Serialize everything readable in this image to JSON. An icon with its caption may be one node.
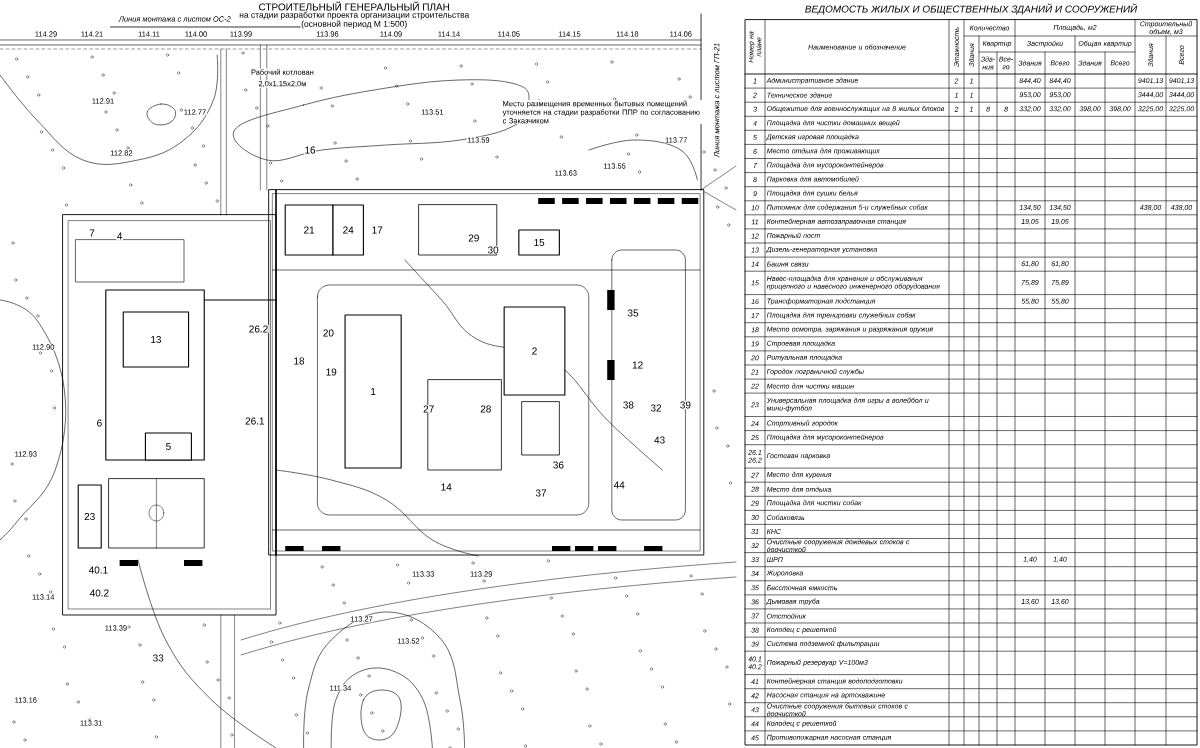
{
  "diagram": {
    "title": "СТРОИТЕЛЬНЫЙ ГЕНЕРАЛЬНЫЙ ПЛАН",
    "nodes": [
      {
        "text": [
          "21"
        ]
      },
      {
        "text": [
          "24"
        ]
      },
      {
        "text": [
          "15"
        ]
      },
      {
        "text": [
          "13"
        ]
      },
      {
        "text": [
          "1"
        ]
      },
      {
        "text": [
          "2"
        ]
      },
      {
        "text": [
          "5"
        ]
      },
      {
        "text": [
          "23"
        ]
      }
    ],
    "labels": [
      "на стадии разработки проекта организации строительства",
      "(основной период М 1:500)",
      "Линия монтажа с листом ОС-2",
      "Линия монтажа с листом ГП-21",
      "Рабочий котлован",
      "2,0х1.15х2,0м",
      "Место размещения временных бытовых помещений уточняется на стадии разработки ППР по согласованию с Заказчиком",
      "16",
      "7",
      "4",
      "17",
      "29",
      "30",
      "20",
      "26.2",
      "18",
      "19",
      "26.1",
      "27",
      "28",
      "6",
      "35",
      "12",
      "38",
      "32",
      "39",
      "43",
      "36",
      "14",
      "44",
      "37",
      "40.1",
      "40.2",
      "33",
      "114.29",
      "114.21",
      "114.11",
      "114.00",
      "113.99",
      "113.96",
      "114.09",
      "114.14",
      "114.05",
      "114.15",
      "114.18",
      "114.06",
      "112.91",
      "112.77",
      "113.51",
      "113.59",
      "113.77",
      "112.82",
      "113.55",
      "113.63",
      "112.90",
      "112.93",
      "113.14",
      "113.33",
      "113.29",
      "113.39",
      "113.27",
      "113.52",
      "111.34",
      "113.16",
      "113.31",
      "ВЕДОМОСТЬ ЖИЛЫХ И ОБЩЕСТВЕННЫХ ЗДАНИЙ И СООРУЖЕНИЙ",
      "Номер на плане",
      "Наименование и обозначение",
      "Этажность",
      "Количество",
      "Площадь, м2",
      "Строительный объем, м3",
      "Здания",
      "Квартир",
      "Застройки",
      "Общая квартир",
      "Здания",
      "Всего",
      "Зда- ния",
      "Все- го",
      "Здания",
      "Всего",
      "Здания",
      "Всего",
      "1",
      "Административное здание",
      "2",
      "1",
      "844,40",
      "844,40",
      "9401,13",
      "9401,13",
      "2",
      "Техническое здание",
      "1",
      "1",
      "953,00",
      "953,00",
      "3444,00",
      "3444,00",
      "3",
      "Общежитие для военнослужащих на 8 жилых блоков",
      "2",
      "1",
      "8",
      "8",
      "332,00",
      "332,00",
      "398,00",
      "398,00",
      "3225,00",
      "3225,00",
      "4",
      "Площадка для чистки домашних вещей",
      "5",
      "Детская игровая площадка",
      "6",
      "Место отдыха для проживающих",
      "7",
      "Площадка для мусороконтейнеров",
      "8",
      "Парковка для автомобилей",
      "9",
      "Площадка для сушки белья",
      "10",
      "Питомник для содержания 5-и служебных собак",
      "134,50",
      "134,50",
      "438,00",
      "438,00",
      "11",
      "Контейнерная автозаправочная станция",
      "19,05",
      "19,05",
      "12",
      "Пожарный пост",
      "13",
      "Дизель-генераторная установка",
      "14",
      "Башня связи",
      "61,80",
      "61,80",
      "15",
      "Навес-площадка для хранения и обслуживания прицепного и навесного инженерного оборудования",
      "75,89",
      "75,89",
      "16",
      "Трансформаторная подстанция",
      "55,80",
      "55,80",
      "17",
      "Площадка для тренировки служебных собак",
      "18",
      "Место осмотра, заряжания и разряжания оружия",
      "19",
      "Строевая площадка",
      "20",
      "Ритуальная площадка",
      "21",
      "Городок пограничной службы",
      "22",
      "Место для чистки машин",
      "23",
      "Универсальная площадка для игры в волейбол и мини-футбол",
      "24",
      "Спортивный городок",
      "25",
      "Площадка для мусороконтейнеров",
      "26.1 26.2",
      "Гостевая парковка",
      "27",
      "Место для курения",
      "28",
      "Место для отдыха",
      "29",
      "Площадка для чистки собак",
      "30",
      "Собаковязь",
      "31",
      "КНС",
      "32",
      "Очистные сооружения дождевых стоков с доочисткой",
      "33",
      "ШРП",
      "1,40",
      "1,40",
      "34",
      "Жироловка",
      "35",
      "Бессточная емкость",
      "36",
      "Дымовая труба",
      "13,60",
      "13,60",
      "37",
      "Отстойник",
      "38",
      "Колодец с решеткой",
      "39",
      "Система подземной фильтрации",
      "40.1 40.2",
      "Пожарный резервуар V=100м3",
      "41",
      "Контейнерная станция водоподготовки",
      "42",
      "Насосная станция на артскважине",
      "43",
      "Очистные сооружения бытовых стоков с доочисткой",
      "44",
      "Колодец с решеткой",
      "45",
      "Противопожарная насосная станция"
    ]
  }
}
